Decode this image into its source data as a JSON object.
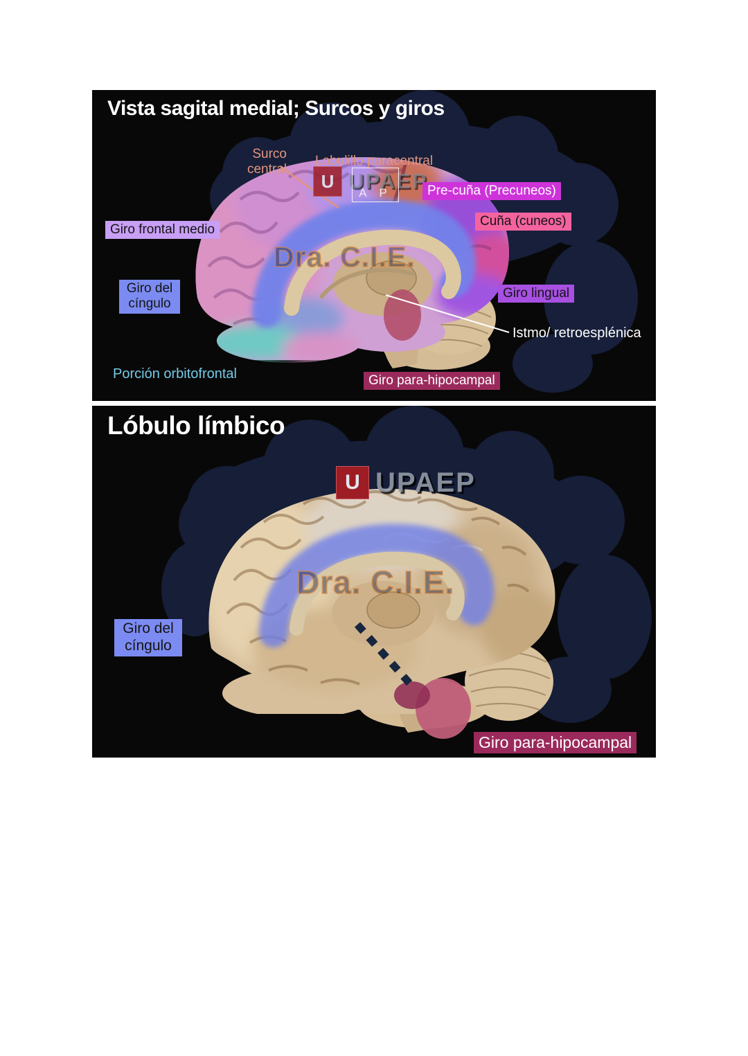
{
  "colors": {
    "page_background": "#ffffff",
    "slide_background": "#080808",
    "silhouette_navy": "#171f3a",
    "salmon_text": "#e5957e",
    "cyan_text": "#74cbe8",
    "magenta_label_bg": "#ce33da",
    "pink_label_bg": "#f4639f",
    "violet_label_bg": "#c89ff5",
    "periwinkle_label_bg": "#7b8bf2",
    "purple_label_bg": "#a750e2",
    "maroon_label_bg": "#9b2a5c",
    "cingulate_blue": "#7282ea",
    "cortex_tan": "#d7bf9c",
    "watermark_red": "#9e1d24"
  },
  "slide1": {
    "title": "Vista sagital medial; Surcos y giros",
    "labels": {
      "surco_central": "Surco central",
      "lobulillo_paracentral": "Lobulillo paracentral",
      "ap_marker": "A P",
      "precuna": "Pre-cuña (Precuneos)",
      "cuna": "Cuña (cuneos)",
      "giro_frontal_medio": "Giro frontal medio",
      "giro_del_cingulo": "Giro del cíngulo",
      "giro_lingual": "Giro lingual",
      "istmo_retroesplenica": "Istmo/ retroesplénica",
      "porcion_orbitofrontal": "Porción orbitofrontal",
      "giro_parahipocampal": "Giro para-hipocampal"
    },
    "watermark": {
      "logo_letter": "U",
      "brand": "UPAEP",
      "author": "Dra. C.I.E."
    }
  },
  "slide2": {
    "title": "Lóbulo límbico",
    "labels": {
      "giro_del_cingulo": "Giro del cíngulo",
      "giro_parahipocampal": "Giro para-hipocampal"
    },
    "watermark": {
      "logo_letter": "U",
      "brand": "UPAEP",
      "author": "Dra. C.I.E."
    }
  }
}
